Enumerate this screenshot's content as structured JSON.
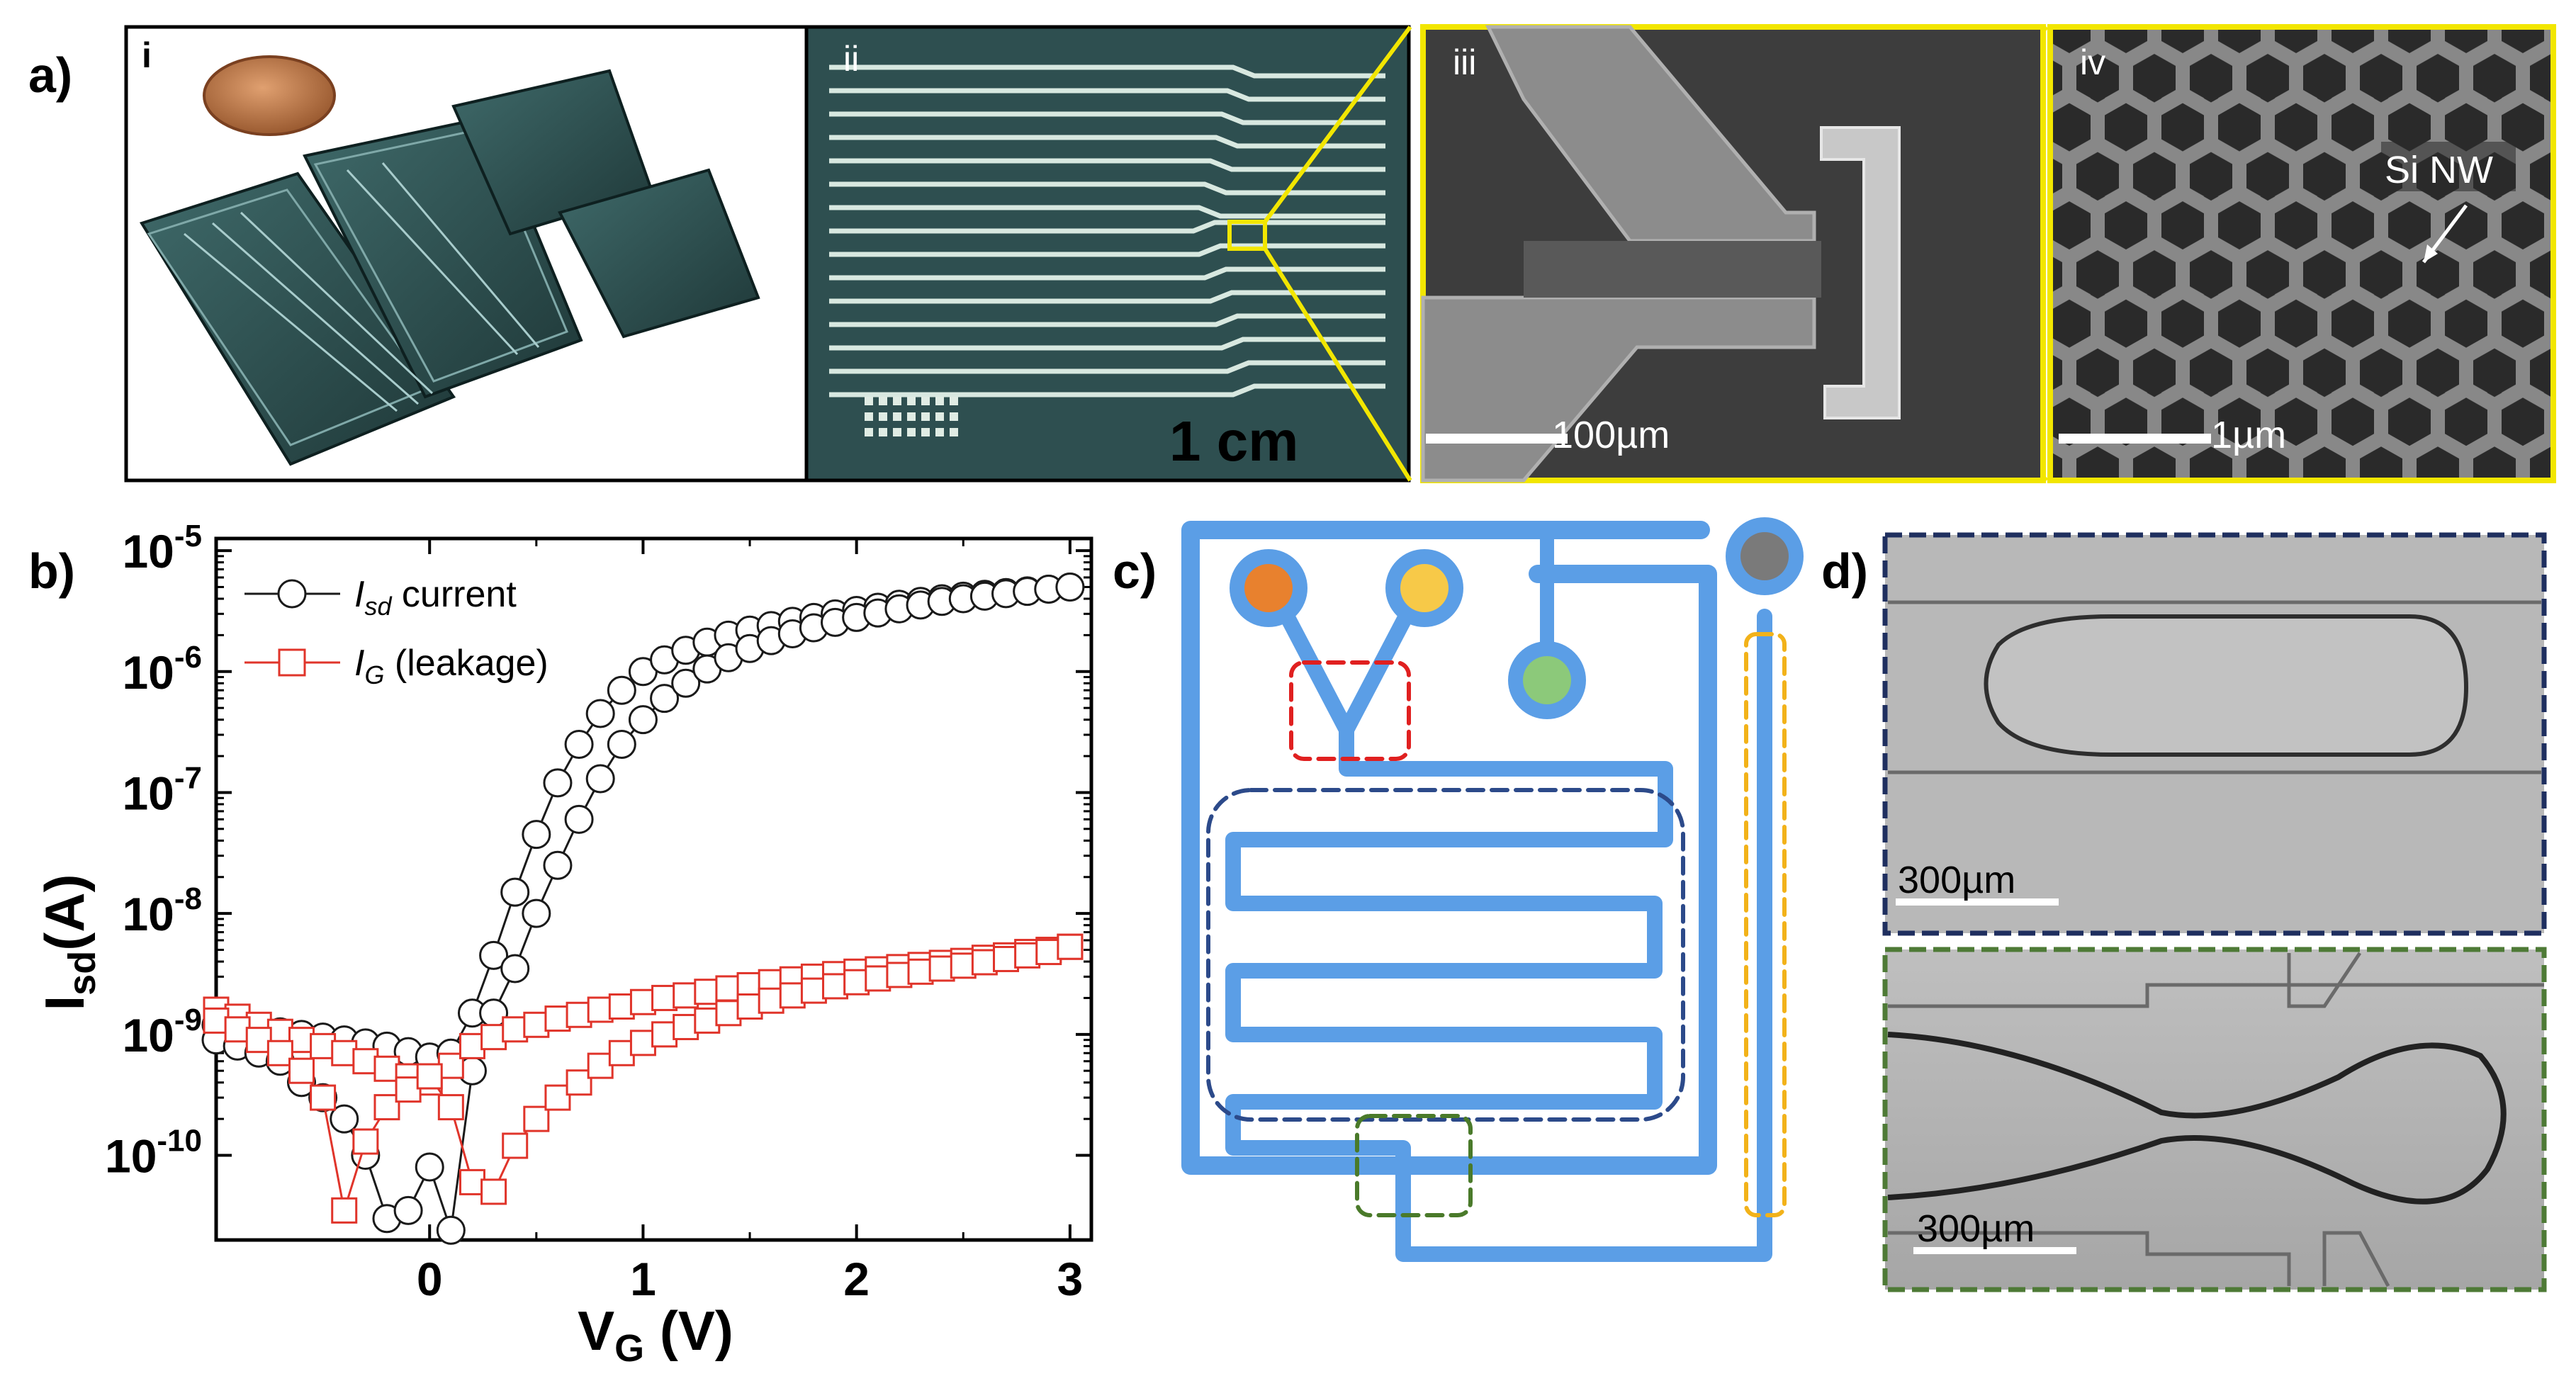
{
  "figure": {
    "panel_a": {
      "letter": "a)",
      "sub_i": "i",
      "sub_ii": "ii",
      "sub_iii": "iii",
      "sub_iv": "iv",
      "scale_ii": "1 cm",
      "scale_iii": "100µm",
      "scale_iv": "1µm",
      "annotation_iv": "Si NW",
      "highlight_color": "#f2e600"
    },
    "panel_b": {
      "letter": "b)"
    },
    "panel_c": {
      "letter": "c)",
      "channel_color": "#5b9ee6",
      "inlet_colors": [
        "#e8812e",
        "#f7c948",
        "#8cc97a",
        "#7a7a7a"
      ],
      "box_colors": [
        "#e02020",
        "#2c4a8a",
        "#4a7a2a",
        "#f2b21a"
      ]
    },
    "panel_d": {
      "letter": "d)",
      "scale_top": "300µm",
      "scale_bottom": "300µm",
      "border_top": "#1f2f5f",
      "border_bottom": "#4e7a36"
    }
  },
  "chart_data": {
    "type": "scatter",
    "xlabel_main": "V",
    "xlabel_sub": "G",
    "xlabel_unit": " (V)",
    "ylabel_main": "I",
    "ylabel_sub": "sd",
    "ylabel_unit": "(A)",
    "xlim": [
      -1.0,
      3.1
    ],
    "ylim_log10": [
      -10.7,
      -4.9
    ],
    "y_scale": "log",
    "x_ticks": [
      {
        "value": 0,
        "label": "0"
      },
      {
        "value": 1,
        "label": "1"
      },
      {
        "value": 2,
        "label": "2"
      },
      {
        "value": 3,
        "label": "3"
      }
    ],
    "y_ticks": [
      {
        "exp": -10,
        "base": "10",
        "sup": "-10"
      },
      {
        "exp": -9,
        "base": "10",
        "sup": "-9"
      },
      {
        "exp": -8,
        "base": "10",
        "sup": "-8"
      },
      {
        "exp": -7,
        "base": "10",
        "sup": "-7"
      },
      {
        "exp": -6,
        "base": "10",
        "sup": "-6"
      },
      {
        "exp": -5,
        "base": "10",
        "sup": "-5"
      }
    ],
    "legend_position": "top-left",
    "series": [
      {
        "name_main": "I",
        "name_sub": "sd",
        "name_rest": " current",
        "marker": "circle",
        "color": "#1a1a1a",
        "forward": [
          [
            -1.0,
            1.2e-09
          ],
          [
            -0.9,
            1.15e-09
          ],
          [
            -0.8,
            1.1e-09
          ],
          [
            -0.7,
            1.05e-09
          ],
          [
            -0.6,
            1e-09
          ],
          [
            -0.5,
            9.5e-10
          ],
          [
            -0.4,
            9e-10
          ],
          [
            -0.3,
            8.5e-10
          ],
          [
            -0.2,
            8e-10
          ],
          [
            -0.1,
            7.2e-10
          ],
          [
            0.0,
            6.5e-10
          ],
          [
            0.1,
            7e-10
          ],
          [
            0.2,
            1.5e-09
          ],
          [
            0.3,
            4.5e-09
          ],
          [
            0.4,
            1.5e-08
          ],
          [
            0.5,
            4.5e-08
          ],
          [
            0.6,
            1.2e-07
          ],
          [
            0.7,
            2.5e-07
          ],
          [
            0.8,
            4.5e-07
          ],
          [
            0.9,
            7e-07
          ],
          [
            1.0,
            1e-06
          ],
          [
            1.1,
            1.25e-06
          ],
          [
            1.2,
            1.5e-06
          ],
          [
            1.3,
            1.75e-06
          ],
          [
            1.4,
            2e-06
          ],
          [
            1.5,
            2.2e-06
          ],
          [
            1.6,
            2.4e-06
          ],
          [
            1.7,
            2.6e-06
          ],
          [
            1.8,
            2.8e-06
          ],
          [
            1.9,
            3e-06
          ],
          [
            2.0,
            3.2e-06
          ],
          [
            2.1,
            3.4e-06
          ],
          [
            2.2,
            3.6e-06
          ],
          [
            2.3,
            3.8e-06
          ],
          [
            2.4,
            4e-06
          ],
          [
            2.5,
            4.2e-06
          ],
          [
            2.6,
            4.35e-06
          ],
          [
            2.7,
            4.5e-06
          ],
          [
            2.8,
            4.65e-06
          ],
          [
            2.9,
            4.8e-06
          ],
          [
            3.0,
            5e-06
          ]
        ],
        "reverse": [
          [
            -1.0,
            9e-10
          ],
          [
            -0.9,
            8e-10
          ],
          [
            -0.8,
            7e-10
          ],
          [
            -0.7,
            6e-10
          ],
          [
            -0.6,
            4e-10
          ],
          [
            -0.5,
            3e-10
          ],
          [
            -0.4,
            2e-10
          ],
          [
            -0.3,
            1e-10
          ],
          [
            -0.2,
            3e-11
          ],
          [
            -0.1,
            3.5e-11
          ],
          [
            0.0,
            8e-11
          ],
          [
            0.1,
            2.4e-11
          ],
          [
            0.2,
            5e-10
          ],
          [
            0.3,
            1.5e-09
          ],
          [
            0.4,
            3.5e-09
          ],
          [
            0.5,
            1e-08
          ],
          [
            0.6,
            2.5e-08
          ],
          [
            0.7,
            6e-08
          ],
          [
            0.8,
            1.3e-07
          ],
          [
            0.9,
            2.5e-07
          ],
          [
            1.0,
            4e-07
          ],
          [
            1.1,
            6e-07
          ],
          [
            1.2,
            8e-07
          ],
          [
            1.3,
            1.05e-06
          ],
          [
            1.4,
            1.3e-06
          ],
          [
            1.5,
            1.55e-06
          ],
          [
            1.6,
            1.8e-06
          ],
          [
            1.7,
            2.05e-06
          ],
          [
            1.8,
            2.3e-06
          ],
          [
            1.9,
            2.55e-06
          ],
          [
            2.0,
            2.8e-06
          ],
          [
            2.1,
            3.05e-06
          ],
          [
            2.2,
            3.3e-06
          ],
          [
            2.3,
            3.55e-06
          ],
          [
            2.4,
            3.8e-06
          ],
          [
            2.5,
            4e-06
          ],
          [
            2.6,
            4.2e-06
          ],
          [
            2.7,
            4.4e-06
          ],
          [
            2.8,
            4.6e-06
          ],
          [
            2.9,
            4.8e-06
          ],
          [
            3.0,
            5e-06
          ]
        ]
      },
      {
        "name_main": "I",
        "name_sub": "G",
        "name_rest": " (leakage)",
        "marker": "square",
        "color": "#e0342a",
        "forward": [
          [
            -1.0,
            1.6e-09
          ],
          [
            -0.9,
            1.4e-09
          ],
          [
            -0.8,
            1.2e-09
          ],
          [
            -0.7,
            1.05e-09
          ],
          [
            -0.6,
            9e-10
          ],
          [
            -0.5,
            8e-10
          ],
          [
            -0.4,
            7e-10
          ],
          [
            -0.3,
            6e-10
          ],
          [
            -0.2,
            5.2e-10
          ],
          [
            -0.1,
            4.5e-10
          ],
          [
            0.0,
            4e-10
          ],
          [
            0.1,
            5.5e-10
          ],
          [
            0.2,
            8e-10
          ],
          [
            0.3,
            9.5e-10
          ],
          [
            0.4,
            1.1e-09
          ],
          [
            0.5,
            1.2e-09
          ],
          [
            0.6,
            1.35e-09
          ],
          [
            0.7,
            1.45e-09
          ],
          [
            0.8,
            1.6e-09
          ],
          [
            0.9,
            1.7e-09
          ],
          [
            1.0,
            1.85e-09
          ],
          [
            1.1,
            2e-09
          ],
          [
            1.2,
            2.1e-09
          ],
          [
            1.3,
            2.25e-09
          ],
          [
            1.4,
            2.4e-09
          ],
          [
            1.5,
            2.55e-09
          ],
          [
            1.6,
            2.7e-09
          ],
          [
            1.7,
            2.85e-09
          ],
          [
            1.8,
            3e-09
          ],
          [
            1.9,
            3.15e-09
          ],
          [
            2.0,
            3.3e-09
          ],
          [
            2.1,
            3.45e-09
          ],
          [
            2.2,
            3.6e-09
          ],
          [
            2.3,
            3.75e-09
          ],
          [
            2.4,
            3.9e-09
          ],
          [
            2.5,
            4.05e-09
          ],
          [
            2.6,
            4.3e-09
          ],
          [
            2.7,
            4.5e-09
          ],
          [
            2.8,
            4.8e-09
          ],
          [
            2.9,
            5e-09
          ],
          [
            3.0,
            5.3e-09
          ]
        ],
        "reverse": [
          [
            -1.0,
            1.3e-09
          ],
          [
            -0.9,
            1.1e-09
          ],
          [
            -0.8,
            9e-10
          ],
          [
            -0.7,
            7e-10
          ],
          [
            -0.6,
            5e-10
          ],
          [
            -0.5,
            3e-10
          ],
          [
            -0.4,
            3.5e-11
          ],
          [
            -0.3,
            1.3e-10
          ],
          [
            -0.2,
            2.5e-10
          ],
          [
            -0.1,
            3.5e-10
          ],
          [
            0.0,
            4.5e-10
          ],
          [
            0.1,
            2.5e-10
          ],
          [
            0.2,
            6e-11
          ],
          [
            0.3,
            5e-11
          ],
          [
            0.4,
            1.2e-10
          ],
          [
            0.5,
            2e-10
          ],
          [
            0.6,
            3e-10
          ],
          [
            0.7,
            4e-10
          ],
          [
            0.8,
            5.5e-10
          ],
          [
            0.9,
            7e-10
          ],
          [
            1.0,
            8.5e-10
          ],
          [
            1.1,
            1e-09
          ],
          [
            1.2,
            1.15e-09
          ],
          [
            1.3,
            1.3e-09
          ],
          [
            1.4,
            1.5e-09
          ],
          [
            1.5,
            1.7e-09
          ],
          [
            1.6,
            1.9e-09
          ],
          [
            1.7,
            2.1e-09
          ],
          [
            1.8,
            2.3e-09
          ],
          [
            1.9,
            2.5e-09
          ],
          [
            2.0,
            2.7e-09
          ],
          [
            2.1,
            2.9e-09
          ],
          [
            2.2,
            3.1e-09
          ],
          [
            2.3,
            3.3e-09
          ],
          [
            2.4,
            3.5e-09
          ],
          [
            2.5,
            3.7e-09
          ],
          [
            2.6,
            3.95e-09
          ],
          [
            2.7,
            4.2e-09
          ],
          [
            2.8,
            4.5e-09
          ],
          [
            2.9,
            4.8e-09
          ],
          [
            3.0,
            5.3e-09
          ]
        ]
      }
    ]
  }
}
